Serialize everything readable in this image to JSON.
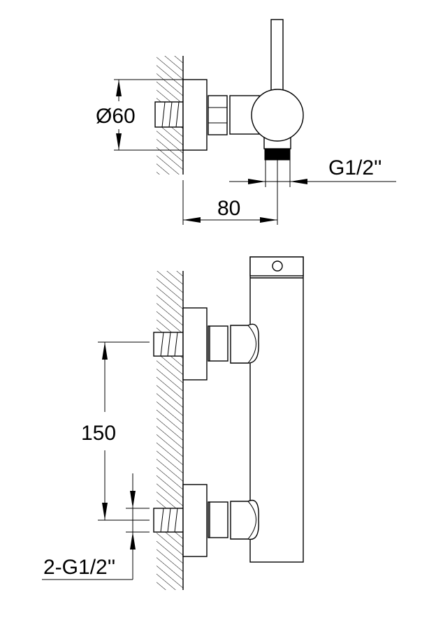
{
  "dimensions": {
    "diameter": "Ø60",
    "outlet_thread": "G1/2''",
    "depth": "80",
    "center_distance": "150",
    "inlet_thread": "2-G1/2''"
  },
  "colors": {
    "line": "#000000",
    "background": "#ffffff"
  }
}
